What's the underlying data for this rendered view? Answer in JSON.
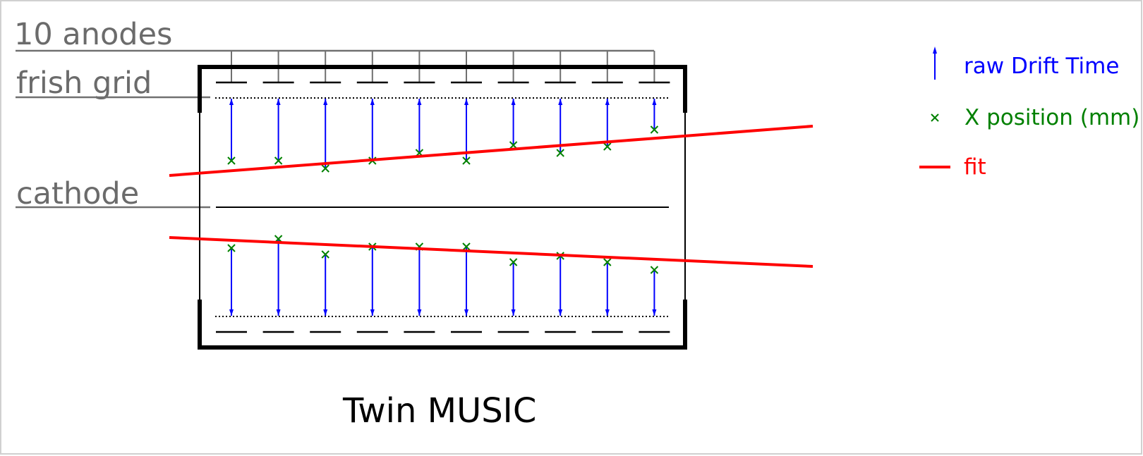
{
  "labels": {
    "anodes": "10 anodes",
    "frisch_grid": "frish grid",
    "cathode": "cathode",
    "title": "Twin MUSIC"
  },
  "legend": [
    {
      "id": "raw",
      "label": "raw Drift Time",
      "color": "#0000ff",
      "icon": "up-arrow-icon"
    },
    {
      "id": "xpos",
      "label": "X position (mm)",
      "color": "#008000",
      "icon": "x-marker-icon"
    },
    {
      "id": "fit",
      "label": "fit",
      "color": "#ff0000",
      "icon": "line-segment-icon"
    }
  ],
  "colors": {
    "label_gray": "#6b6b6b",
    "drift": "#0000ff",
    "marker": "#008000",
    "fit": "#ff0000",
    "frame": "#000000"
  },
  "anode_count": 10
}
